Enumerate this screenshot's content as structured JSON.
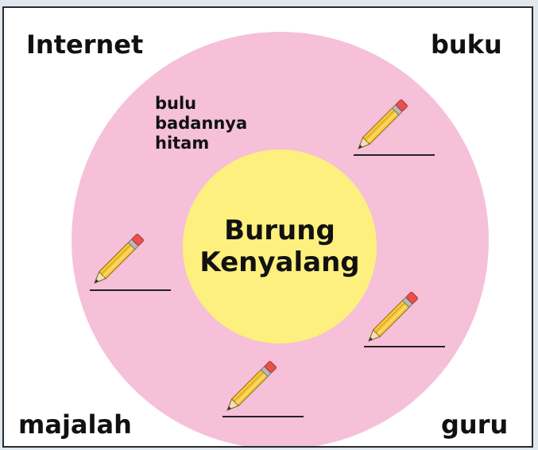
{
  "center": {
    "line1": "Burung",
    "line2": "Kenyalang"
  },
  "corners": {
    "top_left": "Internet",
    "top_right": "buku",
    "bottom_left": "majalah",
    "bottom_right": "guru"
  },
  "example_answer": {
    "line1": "bulu",
    "line2": "badannya",
    "line3": "hitam"
  },
  "answer_slots": [
    {
      "id": "upper-right",
      "icon": "pencil-icon",
      "value": ""
    },
    {
      "id": "left",
      "icon": "pencil-icon",
      "value": ""
    },
    {
      "id": "lower-right",
      "icon": "pencil-icon",
      "value": ""
    },
    {
      "id": "bottom",
      "icon": "pencil-icon",
      "value": ""
    }
  ],
  "colors": {
    "outer_circle": "#f5c0d8",
    "inner_circle": "#fdf07e",
    "pencil_body": "#f8c93c",
    "pencil_eraser": "#e8504e",
    "pencil_wood": "#f3dfb4"
  }
}
